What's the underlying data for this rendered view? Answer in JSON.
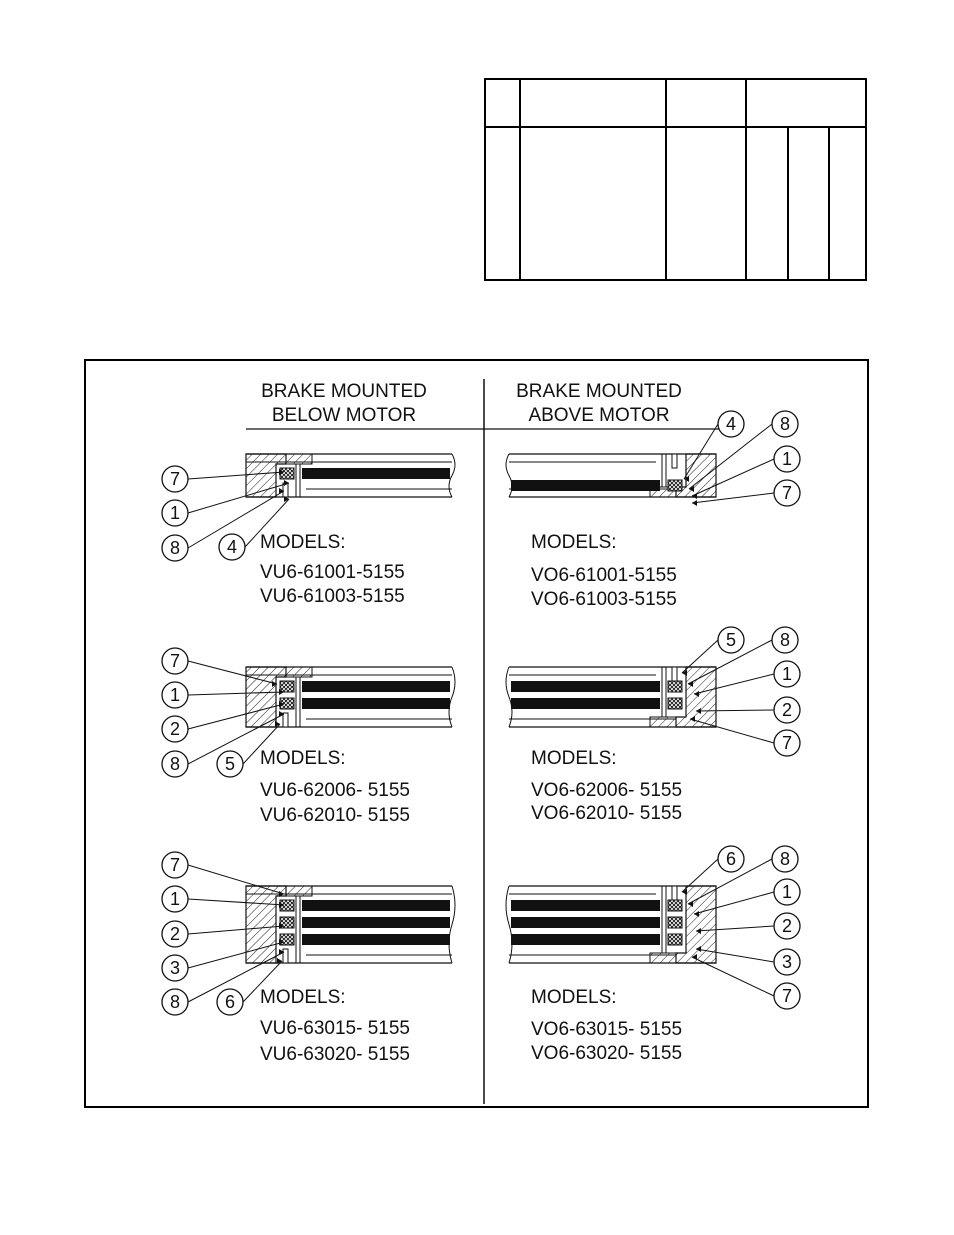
{
  "sections": {
    "below": {
      "title_line1": "BRAKE MOUNTED",
      "title_line2": "BELOW MOTOR"
    },
    "above": {
      "title_line1": "BRAKE MOUNTED",
      "title_line2": "ABOVE MOTOR"
    }
  },
  "models_label": "MODELS:",
  "rows": [
    {
      "below_models": [
        "VU6-61001-5155",
        "VU6-61003-5155"
      ],
      "above_models": [
        "VO6-61001-5155",
        "VO6-61003-5155"
      ],
      "below_callouts": [
        "7",
        "1",
        "8",
        "4"
      ],
      "above_callouts": [
        "4",
        "8",
        "1",
        "7"
      ]
    },
    {
      "below_models": [
        "VU6-62006- 5155",
        "VU6-62010- 5155"
      ],
      "above_models": [
        "VO6-62006- 5155",
        "VO6-62010- 5155"
      ],
      "below_callouts": [
        "7",
        "1",
        "2",
        "8",
        "5"
      ],
      "above_callouts": [
        "5",
        "8",
        "1",
        "2",
        "7"
      ]
    },
    {
      "below_models": [
        "VU6-63015- 5155",
        "VU6-63020- 5155"
      ],
      "above_models": [
        "VO6-63015- 5155",
        "VO6-63020- 5155"
      ],
      "below_callouts": [
        "7",
        "1",
        "2",
        "3",
        "8",
        "6"
      ],
      "above_callouts": [
        "6",
        "8",
        "1",
        "2",
        "3",
        "7"
      ]
    }
  ]
}
